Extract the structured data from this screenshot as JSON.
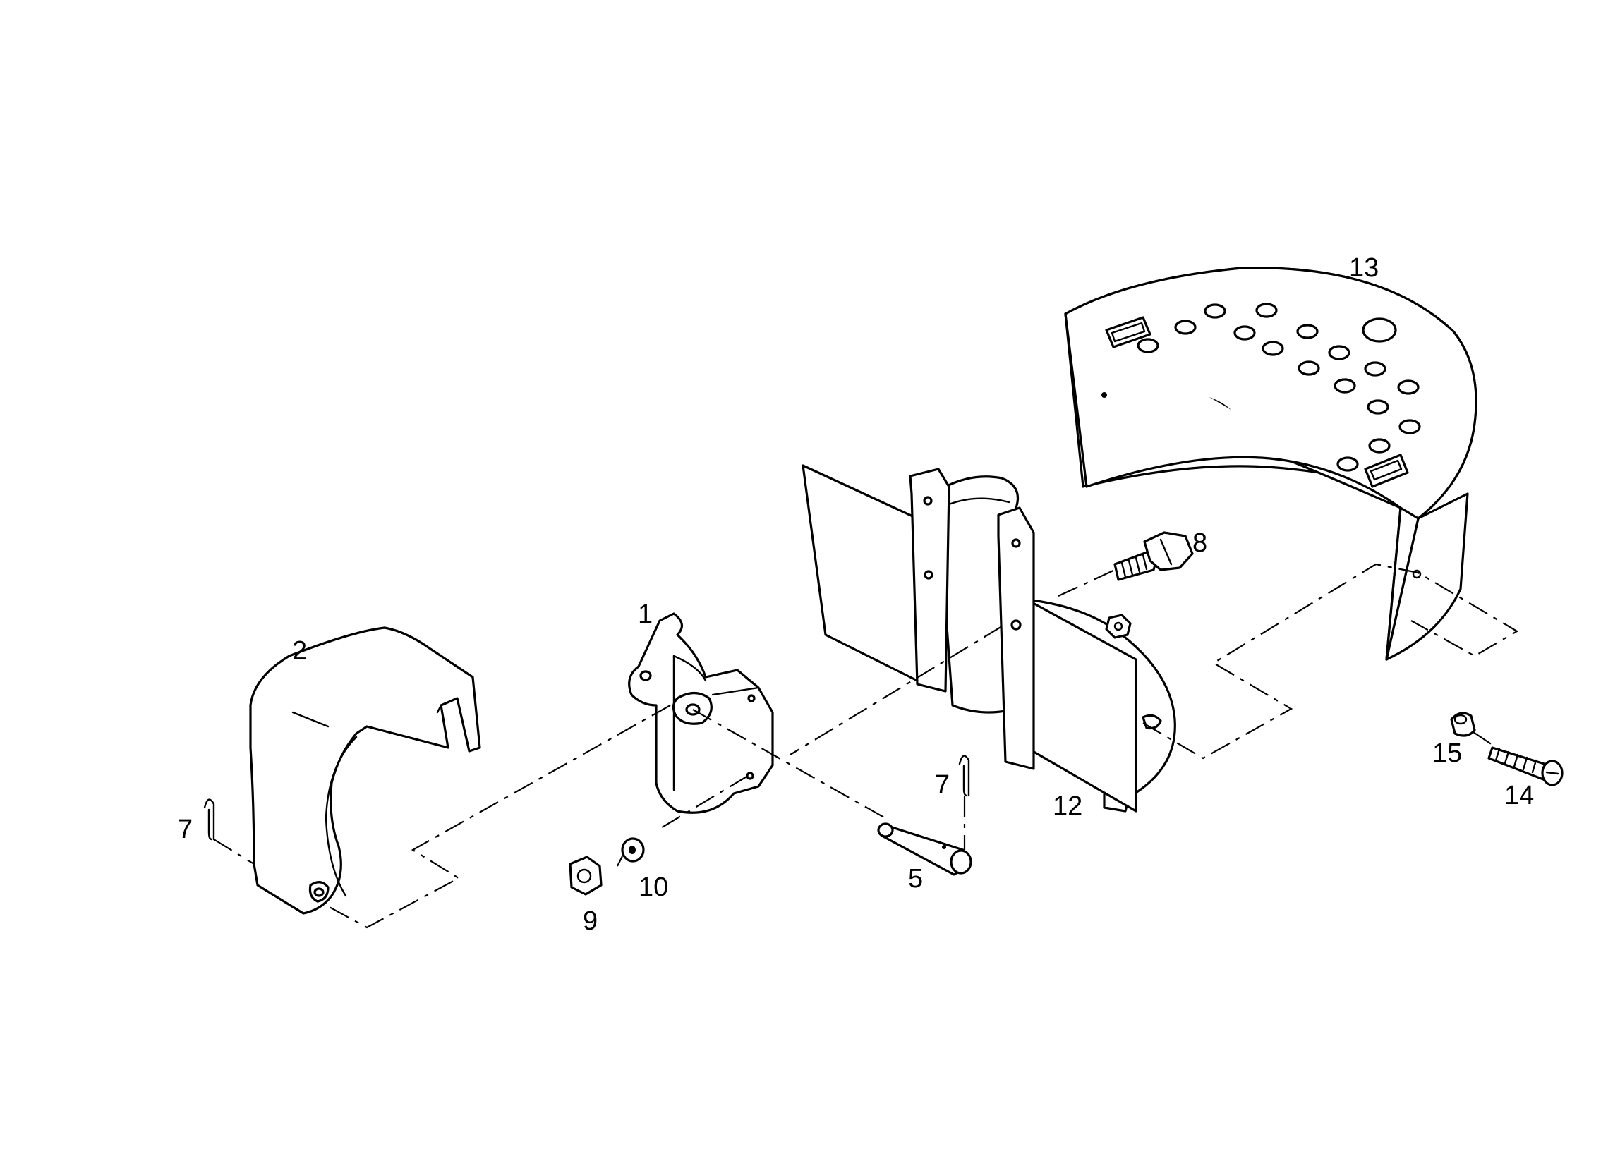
{
  "callouts": {
    "p1": "1",
    "p2": "2",
    "p5": "5",
    "p7a": "7",
    "p7b": "7",
    "p8": "8",
    "p9": "9",
    "p10": "10",
    "p12": "12",
    "p13": "13",
    "p14": "14",
    "p15": "15"
  }
}
